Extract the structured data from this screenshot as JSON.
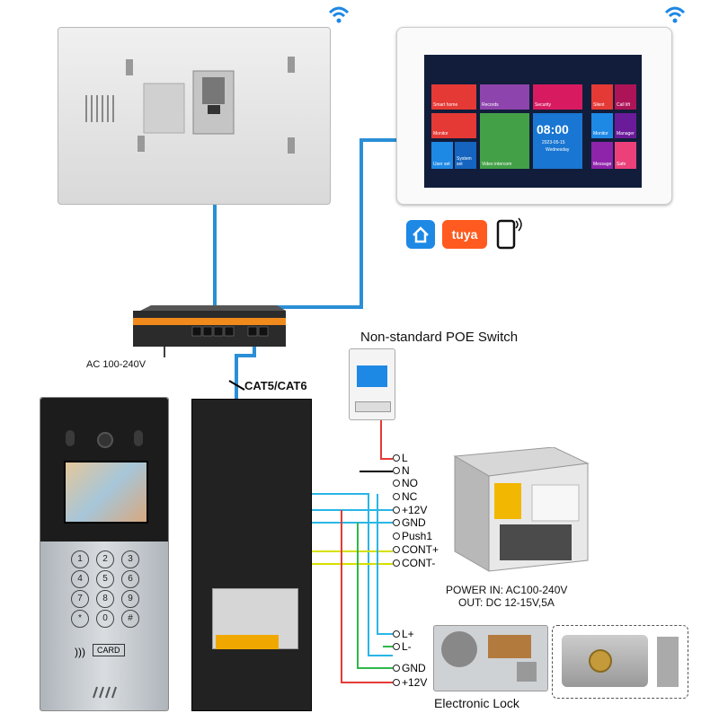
{
  "labels": {
    "poe_switch": "Non-standard POE Switch",
    "ac_input": "AC 100-240V",
    "cable": "CAT5/CAT6",
    "power_line1": "POWER  IN: AC100-240V",
    "power_line2": "OUT: DC 12-15V,5A",
    "lock": "Electronic Lock"
  },
  "terminals": {
    "supply": [
      "L",
      "N",
      "NO",
      "NC",
      "+12V",
      "GND",
      "Push1",
      "CONT+",
      "CONT-"
    ],
    "lock": [
      "L+",
      "L-",
      "GND",
      "+12V"
    ]
  },
  "monitor_screen": {
    "tiles": [
      "Smart home",
      "Records",
      "Security",
      "Monitor",
      "User set",
      "System set",
      "Video intercom",
      "Silent",
      "Call lift",
      "Monitor",
      "Manager",
      "Message",
      "Safe"
    ],
    "clock": "08:00",
    "date": "2023-05-15",
    "day": "Wednesday"
  },
  "app_icons": [
    "home-app-icon",
    "tuya",
    "phone-icon"
  ],
  "doorbell": {
    "keys": [
      "1",
      "2",
      "3",
      "4",
      "5",
      "6",
      "7",
      "8",
      "9",
      "*",
      "0",
      "#"
    ],
    "card_label": "CARD"
  },
  "colors": {
    "cable_blue": "#2a8fd6",
    "wire_red": "#e53935",
    "wire_green": "#2db84a",
    "wire_yellow": "#d6e000",
    "wire_cyan": "#29b6e6",
    "switch_orange": "#f08a1c"
  }
}
